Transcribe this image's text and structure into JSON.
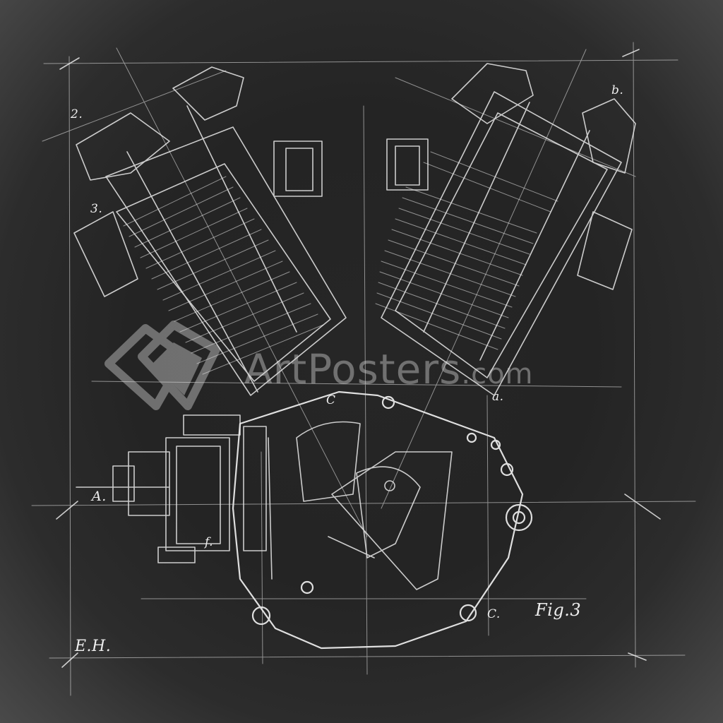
{
  "artwork": {
    "figure_label": "Fig.3",
    "signature": "E.H.",
    "labels": {
      "two": "2.",
      "three": "3.",
      "b": "b.",
      "a_upper": "A.",
      "a_lower": "a.",
      "c_center": "C",
      "c_lower": "C.",
      "f": "f."
    },
    "colors": {
      "chalkboard": "#252525",
      "chalk": "#e9e9e9",
      "vignette": "#4a4a4a"
    }
  },
  "watermark": {
    "brand": "ArtPosters",
    "suffix": ".com",
    "logo_icon": "stacked-frames-icon"
  }
}
